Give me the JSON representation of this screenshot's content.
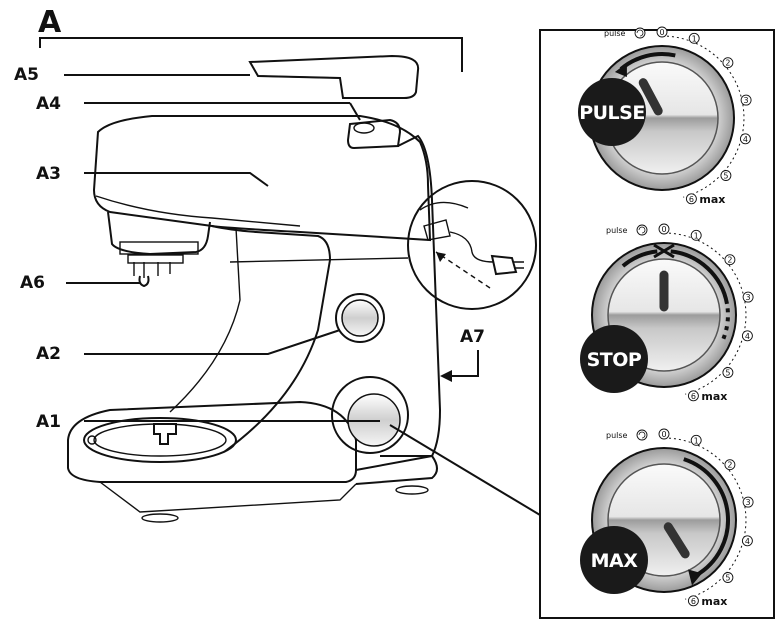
{
  "figure_label": "A",
  "callouts": [
    "A5",
    "A4",
    "A3",
    "A6",
    "A2",
    "A7",
    "A1"
  ],
  "dials": [
    {
      "badge": "PULSE",
      "pulse_label": "pulse",
      "scale": [
        "0",
        "1",
        "2",
        "3",
        "4",
        "5",
        "6"
      ],
      "max_label": "max"
    },
    {
      "badge": "STOP",
      "pulse_label": "pulse",
      "scale": [
        "0",
        "1",
        "2",
        "3",
        "4",
        "5",
        "6"
      ],
      "max_label": "max"
    },
    {
      "badge": "MAX",
      "pulse_label": "pulse",
      "scale": [
        "0",
        "1",
        "2",
        "3",
        "4",
        "5",
        "6"
      ],
      "max_label": "max"
    }
  ],
  "colors": {
    "ink": "#111111",
    "badge": "#1a1a1a",
    "knob_light": "#f2f2f2",
    "knob_dark": "#8a8a8a"
  }
}
